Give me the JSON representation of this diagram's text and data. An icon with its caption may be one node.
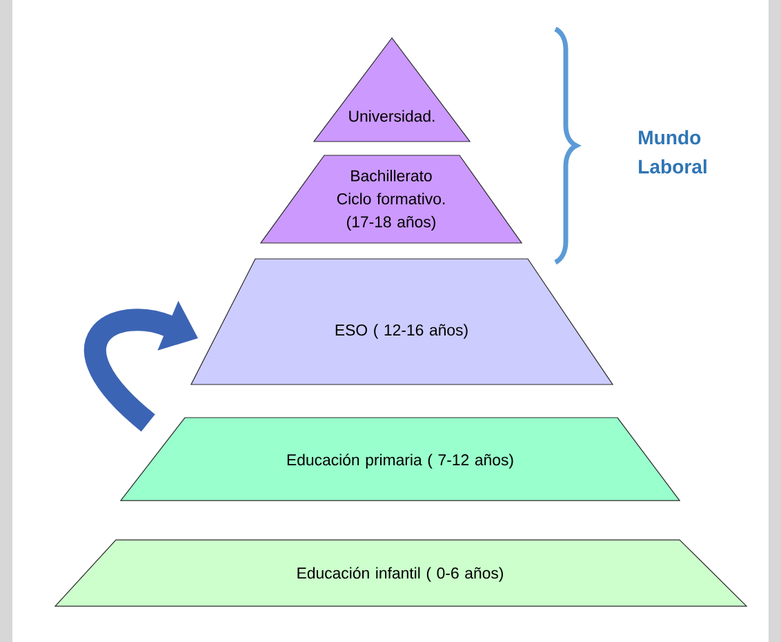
{
  "diagram": {
    "nodes": [
      {
        "text": [
          "Universidad."
        ]
      },
      {
        "text": [
          "Bachillerato Ciclo formativo. (17-18 años)"
        ]
      },
      {
        "text": [
          "ESO ( 12-16 años)"
        ]
      },
      {
        "text": [
          "Educación primaria ( 7-12 años)"
        ]
      },
      {
        "text": [
          "Educación infantil ( 0-6 años)"
        ]
      }
    ],
    "edges": [
      {
        "from": 3,
        "to": 2,
        "arrow": "to",
        "color": "#3c64b4"
      }
    ],
    "labels": [
      "Mundo Laboral"
    ]
  }
}
